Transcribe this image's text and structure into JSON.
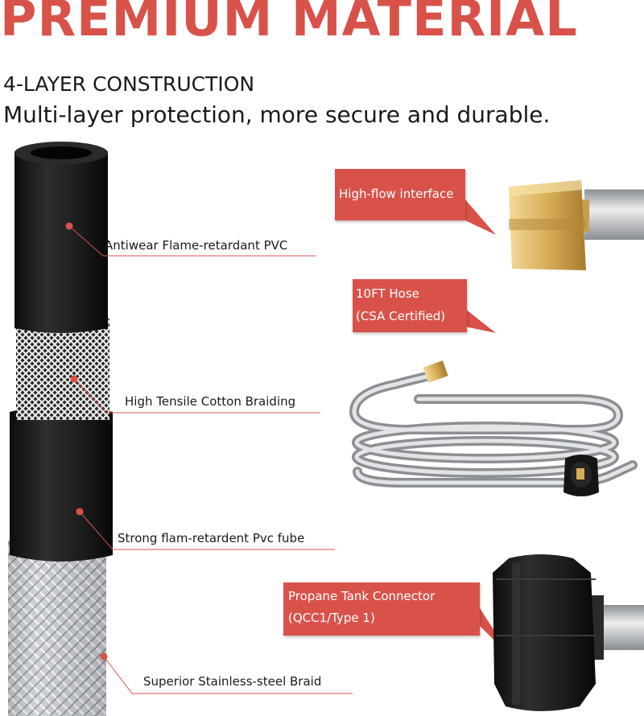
{
  "header": {
    "title": "PREMIUM MATERIAL",
    "subtitle": "4-LAYER CONSTRUCTION",
    "description": "Multi-layer protection, more secure and durable."
  },
  "layers": [
    {
      "label": "Antiwear Flame-retardant PVC"
    },
    {
      "label": "High Tensile Cotton Braiding"
    },
    {
      "label": "Strong flam-retardent Pvc fube"
    },
    {
      "label": "Superior Stainless-steel Braid"
    }
  ],
  "callouts": [
    {
      "line1": "High-flow interface",
      "line2": ""
    },
    {
      "line1": "10FT Hose",
      "line2": "(CSA Certified)"
    },
    {
      "line1": "Propane Tank Connector",
      "line2": "(QCC1/Type 1)"
    }
  ],
  "colors": {
    "accent": "#d9524a",
    "hose_black": "#1c1c1c",
    "steel": "#b9bcc0",
    "brass": "#d8b25c"
  }
}
